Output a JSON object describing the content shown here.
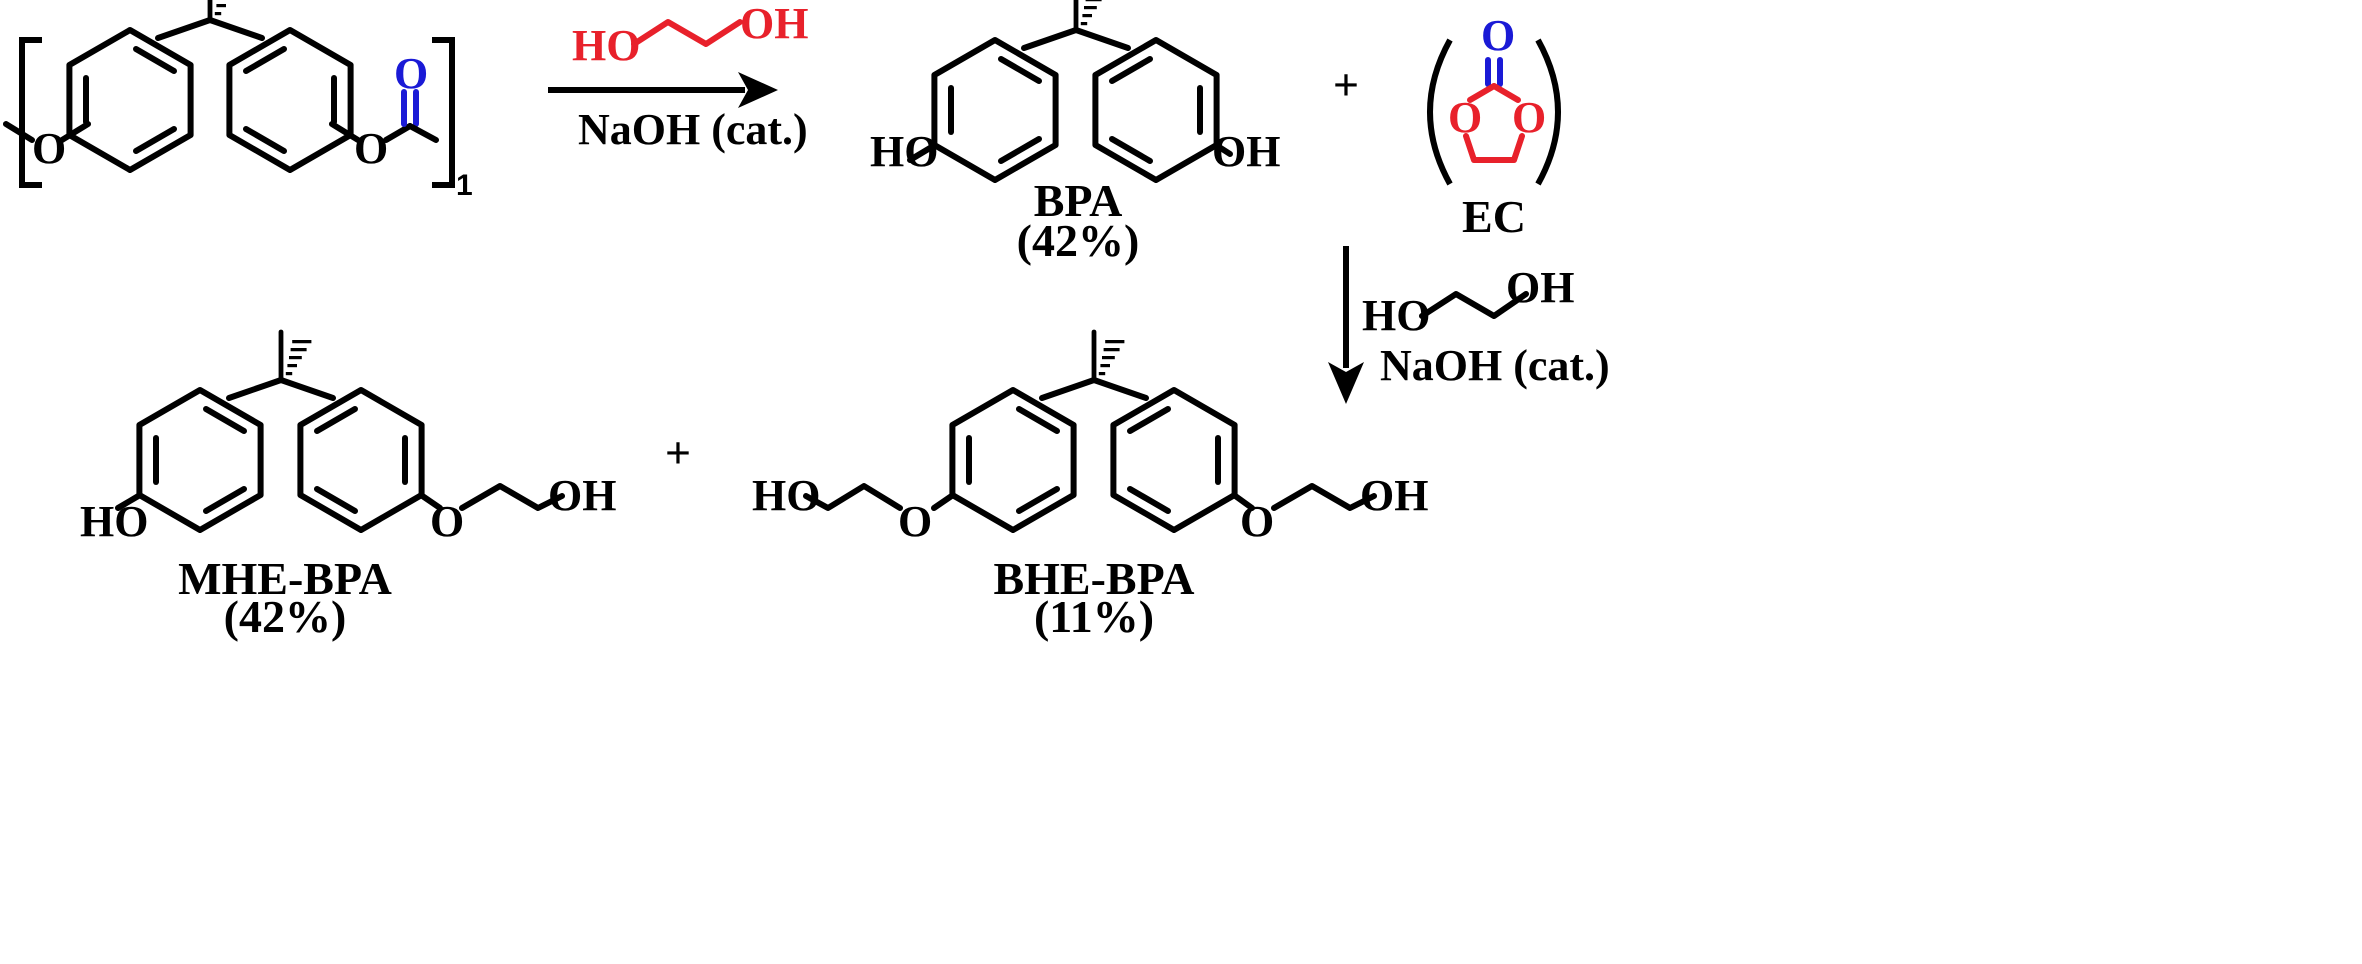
{
  "colors": {
    "ink": "#000000",
    "reagent_red": "#e8212b",
    "carbonyl_blue": "#1a1ad6"
  },
  "reactant": {
    "o_left": "O",
    "o_right": "O",
    "carbonyl_o": "O",
    "repeat_subscript": "1"
  },
  "step1": {
    "reagent_ho": "HO",
    "reagent_oh": "OH",
    "catalyst": "NaOH (cat.)"
  },
  "bpa": {
    "ho": "HO",
    "oh": "OH",
    "name": "BPA",
    "yield": "(42%)"
  },
  "plus1": "+",
  "ec": {
    "carbonyl_o": "O",
    "ring_o_left": "O",
    "ring_o_right": "O",
    "name": "EC"
  },
  "step2": {
    "reagent_ho": "HO",
    "reagent_oh": "OH",
    "catalyst": "NaOH (cat.)"
  },
  "mhe": {
    "ho": "HO",
    "o_ether": "O",
    "oh": "OH",
    "name": "MHE-BPA",
    "yield": "(42%)"
  },
  "plus2": "+",
  "bhe": {
    "ho": "HO",
    "o_left": "O",
    "o_right": "O",
    "oh": "OH",
    "name": "BHE-BPA",
    "yield": "(11%)"
  }
}
